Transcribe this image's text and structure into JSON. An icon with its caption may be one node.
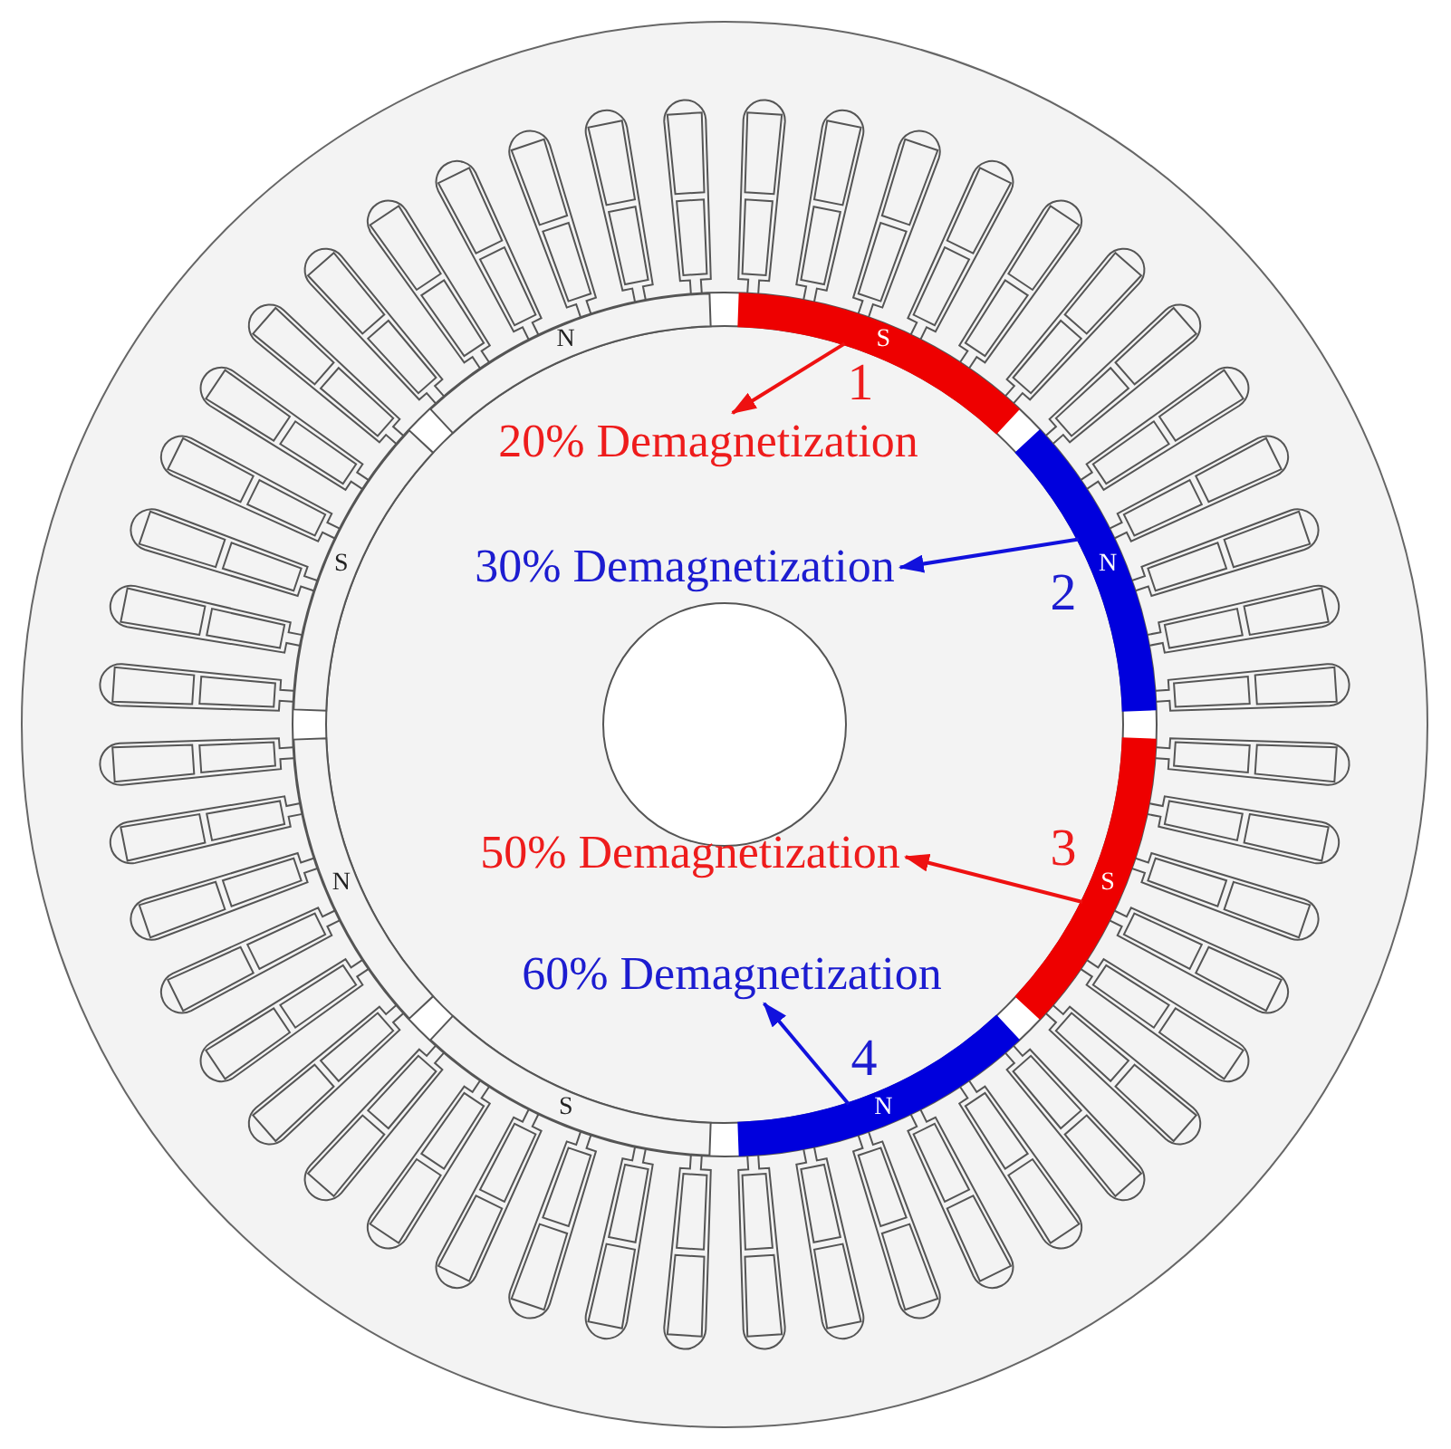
{
  "diagram": {
    "nodes": [
      {
        "text": [
          "S"
        ],
        "beside": [
          "1"
        ]
      },
      {
        "text": [
          "20% Demagnetization"
        ]
      },
      {
        "text": [
          "N"
        ],
        "beside": [
          "2"
        ]
      },
      {
        "text": [
          "30% Demagnetization"
        ]
      },
      {
        "text": [
          "S"
        ],
        "beside": [
          "3"
        ]
      },
      {
        "text": [
          "50% Demagnetization"
        ]
      },
      {
        "text": [
          "N"
        ],
        "beside": [
          "4"
        ]
      },
      {
        "text": [
          "60% Demagnetization"
        ]
      },
      {
        "text": [
          "N"
        ]
      },
      {
        "text": [
          "S"
        ]
      },
      {
        "text": [
          "N"
        ]
      },
      {
        "text": [
          "S"
        ]
      }
    ],
    "edges": [
      {
        "from": 0,
        "to": 1,
        "arrow": "to",
        "color": "#ee1111"
      },
      {
        "from": 2,
        "to": 3,
        "arrow": "to",
        "color": "#1111dd"
      },
      {
        "from": 4,
        "to": 5,
        "arrow": "to",
        "color": "#ee1111"
      },
      {
        "from": 6,
        "to": 7,
        "arrow": "to",
        "color": "#1111dd"
      }
    ]
  }
}
